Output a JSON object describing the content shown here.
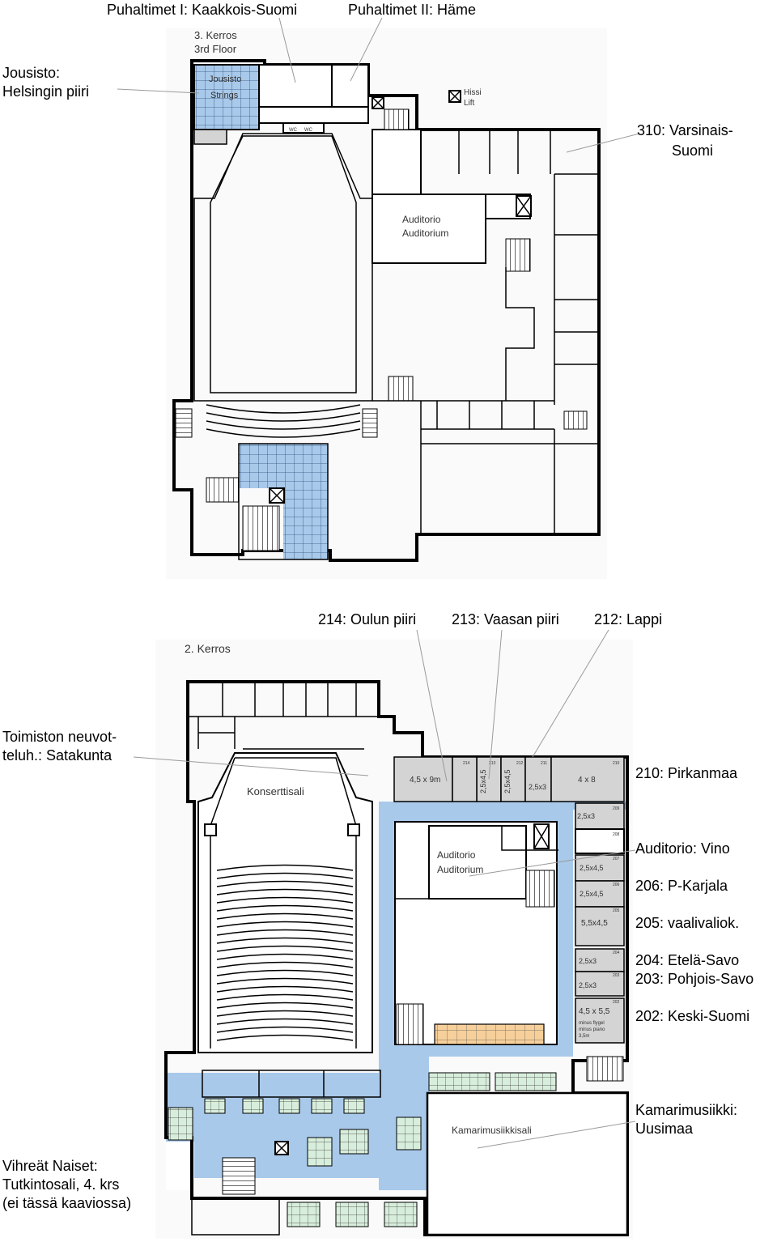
{
  "floor3": {
    "title_line1": "3. Kerros",
    "title_line2": "3rd Floor",
    "room_label_jousisto_1": "Jousisto",
    "room_label_jousisto_2": "Strings",
    "lift_line1": "Hissi",
    "lift_line2": "Lift",
    "auditorio_line1": "Auditorio",
    "auditorio_line2": "Auditorium",
    "wc1": "WC",
    "wc2": "WC",
    "annotations": {
      "puhaltimet1": "Puhaltimet I: Kaakkois-Suomi",
      "puhaltimet2": "Puhaltimet II: Häme",
      "jousisto_line1": "Jousisto:",
      "jousisto_line2": "Helsingin piiri",
      "varsinais_line1": "310: Varsinais-",
      "varsinais_line2": "Suomi"
    }
  },
  "floor2": {
    "title": "2. Kerros",
    "konserttisali": "Konserttisali",
    "auditorio_line1": "Auditorio",
    "auditorio_line2": "Auditorium",
    "kamarimusiikkisali": "Kamarimusiikkisali",
    "room_214_size": "4,5 x 9m",
    "room_214_no": "214",
    "room_213_size": "2,5x4,5",
    "room_213_no": "213",
    "room_212_size": "2,5x4,5",
    "room_212_no": "212",
    "room_211_size": "2,5x3",
    "room_211_no": "211",
    "room_210_size": "4 x 8",
    "room_210_no": "210",
    "room_209_size": "2,5x3",
    "room_209_no": "209",
    "room_207_size": "2,5x4,5",
    "room_207_no": "207",
    "room_206_size": "2,5x4,5",
    "room_206_no": "206",
    "room_205_size": "5,5x4,5",
    "room_205_no": "205",
    "room_204_size": "2,5x3",
    "room_204_no": "204",
    "room_203_size": "2,5x3",
    "room_203_no": "203",
    "room_202_size": "4,5 x 5,5",
    "room_202_note1": "minus flygel",
    "room_202_note2": "minus piano",
    "room_202_note3": "3,5m",
    "room_202_no": "202",
    "room_208_no": "208",
    "annotations": {
      "oulu": "214: Oulun piiri",
      "vaasa": "213: Vaasan piiri",
      "lappi": "212: Lappi",
      "toimisto_line1": "Toimiston neuvot-",
      "toimisto_line2": "teluh.: Satakunta",
      "pirkanmaa": "210: Pirkanmaa",
      "vino": "Auditorio: Vino",
      "pkarjala": "206: P-Karjala",
      "vaalivaliok": "205: vaalivaliok.",
      "etelasavo": "204: Etelä-Savo",
      "pohjoissavo": "203: Pohjois-Savo",
      "keskisuomi": "202: Keski-Suomi",
      "kamari_line1": "Kamarimusiikki:",
      "kamari_line2": "Uusimaa",
      "vihreat_line1": "Vihreät Naiset:",
      "vihreat_line2": "Tutkintosali, 4. krs",
      "vihreat_line3": "(ei tässä kaaviossa)"
    }
  }
}
